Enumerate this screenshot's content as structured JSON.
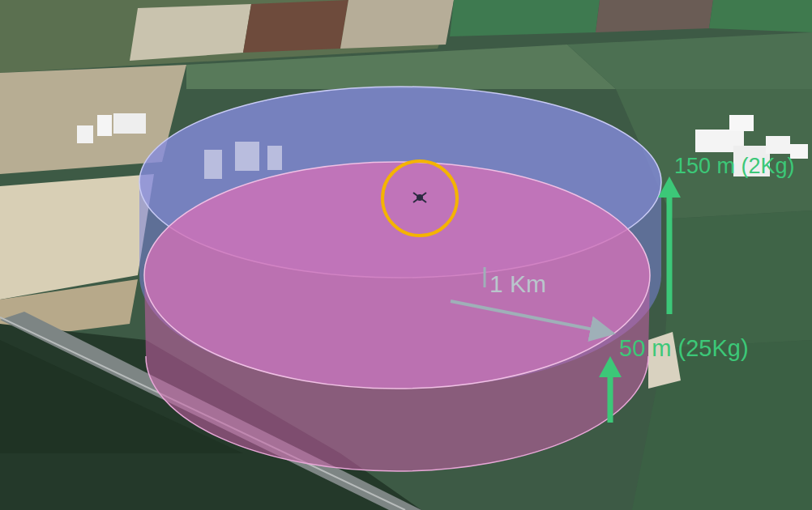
{
  "diagram": {
    "labels": [
      "150 m (2Kg)",
      "1 Km",
      "50 m (25Kg)"
    ]
  }
}
